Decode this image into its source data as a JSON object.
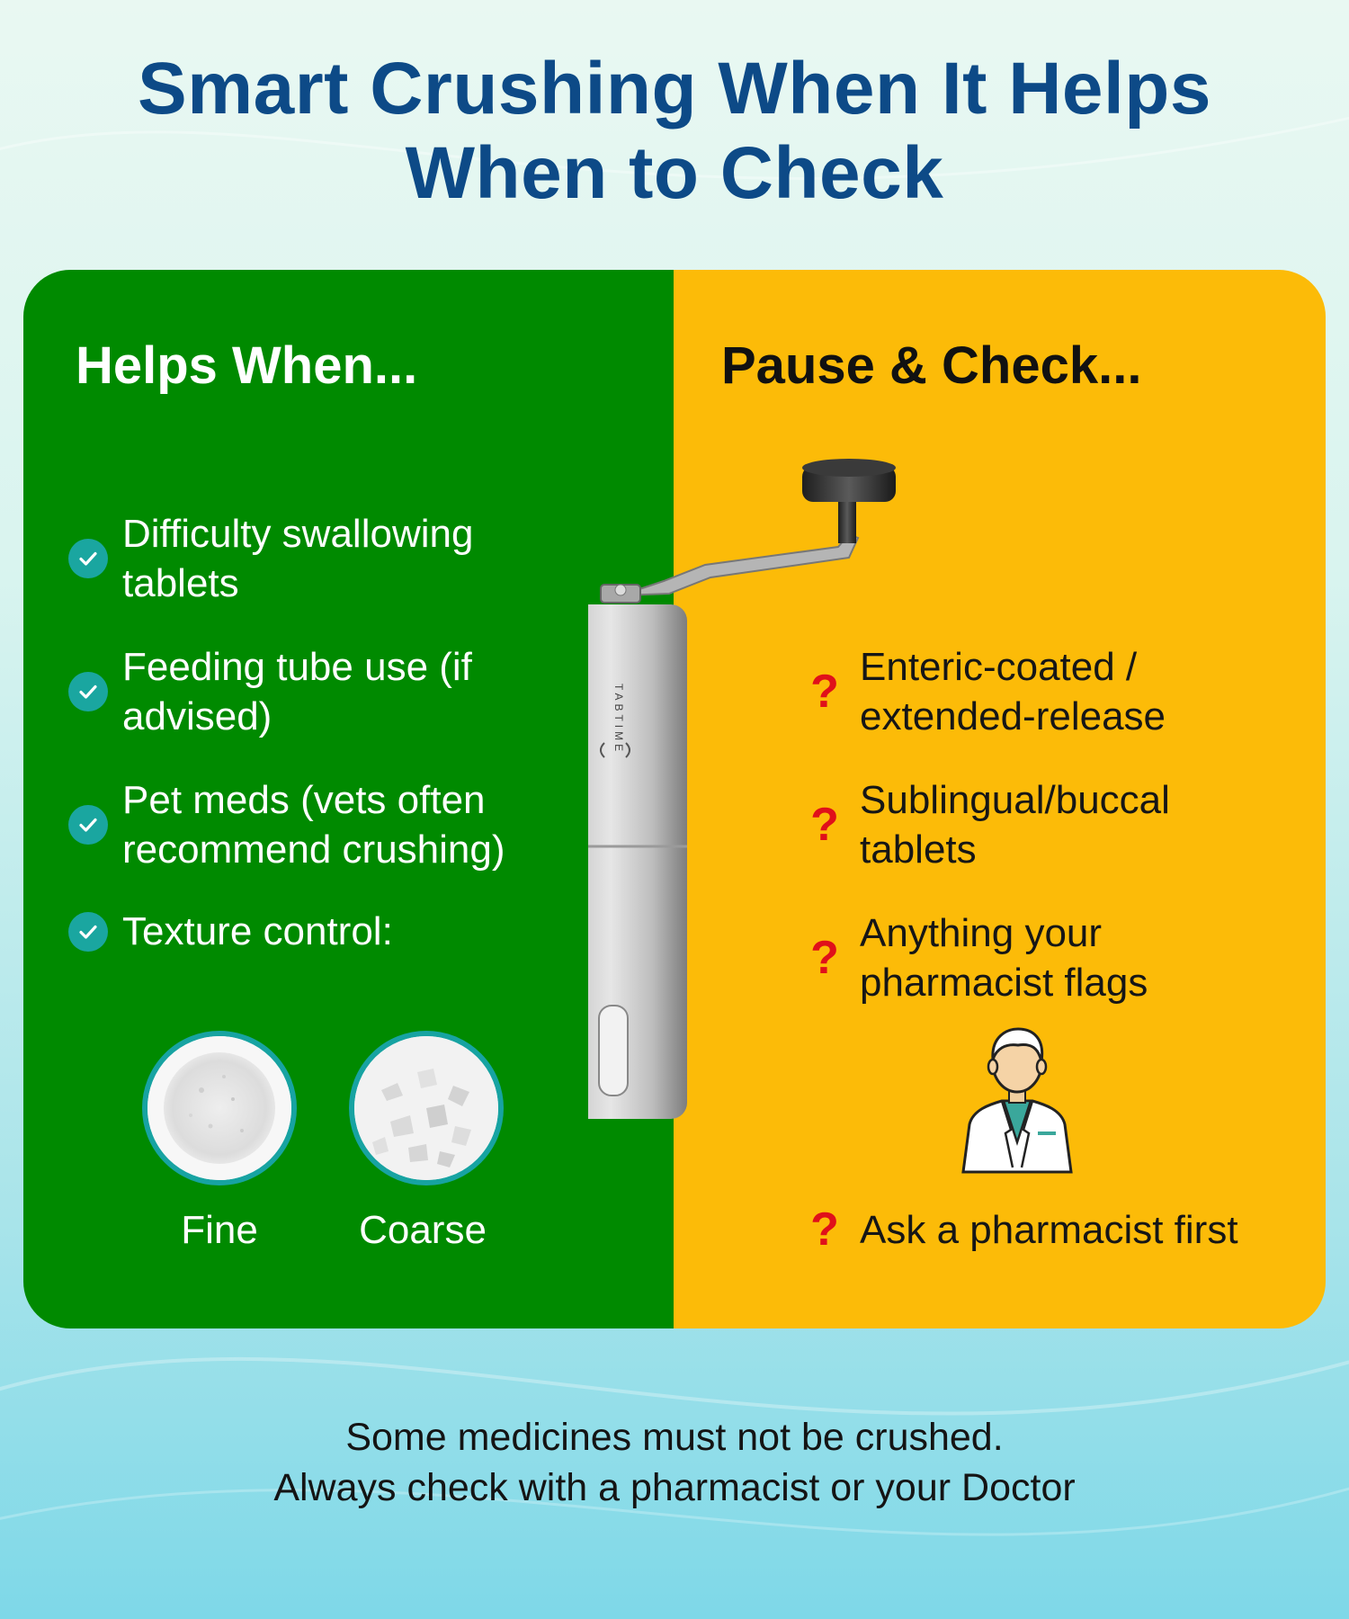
{
  "title": {
    "line1": "Smart Crushing When It Helps",
    "line2": "When to Check"
  },
  "helps": {
    "heading": "Helps When...",
    "items": [
      "Difficulty swallowing tablets",
      "Feeding tube use (if advised)",
      "Pet meds (vets often recommend crushing)",
      "Texture control:"
    ],
    "textures": [
      "Fine",
      "Coarse"
    ]
  },
  "check": {
    "heading": "Pause & Check...",
    "items": [
      "Enteric-coated / extended-release",
      "Sublingual/buccal tablets",
      "Anything your pharmacist flags"
    ],
    "final": "Ask a pharmacist first"
  },
  "product": {
    "brand": "TABTIME"
  },
  "footer": {
    "line1": "Some medicines must not be crushed.",
    "line2": "Always check with a pharmacist or your Doctor"
  },
  "colors": {
    "title": "#0d4a87",
    "green_panel": "#008a00",
    "yellow_panel": "#fcbb08",
    "check_badge": "#1aa6a0",
    "question_mark": "#e0101a"
  },
  "icons": {
    "check": "check-circle-icon",
    "question": "question-mark-icon",
    "pharmacist": "pharmacist-icon",
    "grinder": "pill-grinder-image"
  }
}
